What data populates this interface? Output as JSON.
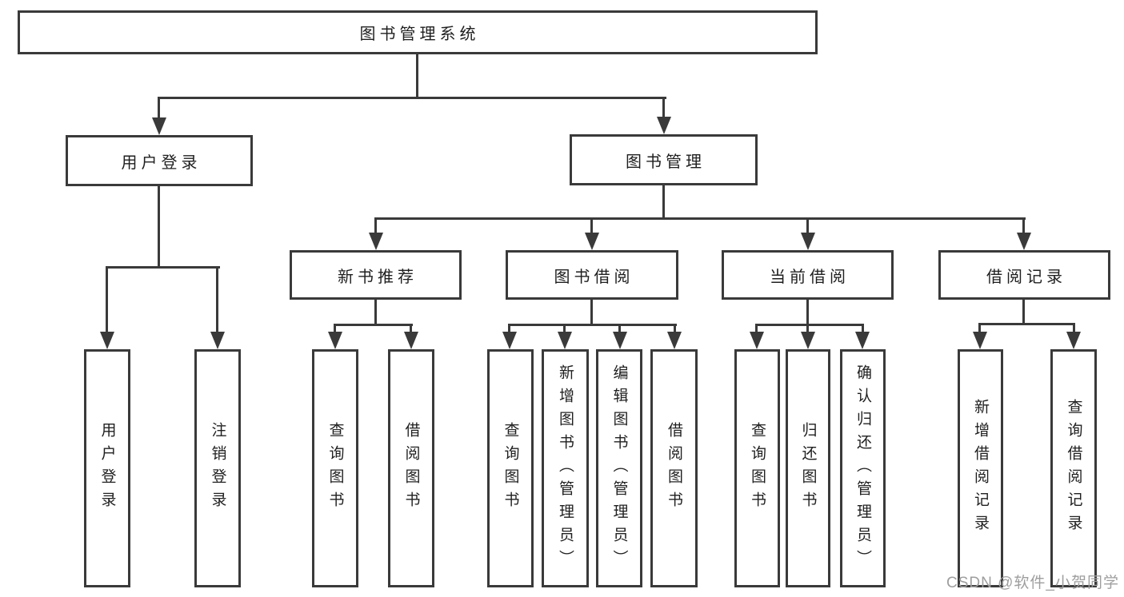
{
  "diagram": {
    "title": "图书管理系统",
    "nodes": {
      "root": "图书管理系统",
      "user_login": "用户登录",
      "book_management": "图书管理",
      "new_book_recommend": "新书推荐",
      "book_borrowing": "图书借阅",
      "current_borrowing": "当前借阅",
      "borrowing_records": "借阅记录"
    },
    "leaves": {
      "user_login_leaf": "用户登录",
      "logout": "注销登录",
      "query_books_recommend": "查询图书",
      "borrow_books_recommend": "借阅图书",
      "query_books_borrowing": "查询图书",
      "add_books_admin": "新增图书（管理员）",
      "edit_books_admin": "编辑图书（管理员）",
      "borrow_books_borrowing": "借阅图书",
      "query_books_current": "查询图书",
      "return_books": "归还图书",
      "confirm_return_admin": "确认归还（管理员）",
      "add_borrow_record": "新增借阅记录",
      "query_borrow_record": "查询借阅记录"
    },
    "colors": {
      "line": "#3a3a3a",
      "text": "#1f1f1f",
      "watermark_text_color": "#9e9e9e",
      "background": "#ffffff"
    }
  },
  "watermark": {
    "text": "CSDN @软件_小贺同学"
  }
}
